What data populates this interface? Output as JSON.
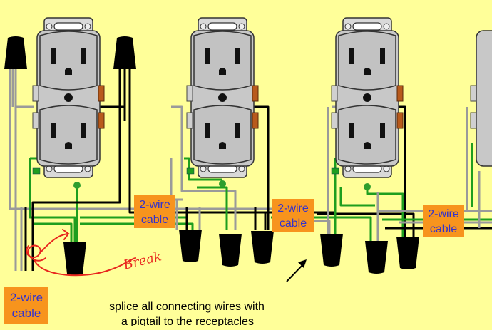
{
  "colors": {
    "background": "#FFFF99",
    "hot_wire": "#000000",
    "neutral_wire": "#999999",
    "ground_wire": "#1E9E1E",
    "ground_dot": "#2E9E2E",
    "receptacle_body": "#C8C8C8",
    "terminal_brass": "#B85A1C",
    "label_box": "#F7941D",
    "label_text": "#3333CC",
    "handwriting": "#E8261E"
  },
  "labels": {
    "cable_left_line1": "2-wire",
    "cable_left_line2": "cable",
    "cable_mid1_line1": "2-wire",
    "cable_mid1_line2": "cable",
    "cable_mid2_line1": "2-wire",
    "cable_mid2_line2": "cable",
    "cable_right_line1": "2-wire",
    "cable_right_line2": "cable",
    "caption_line1": "splice all connecting wires with",
    "caption_line2": "a pigtail to the receptacles"
  },
  "annotation": {
    "handwritten_text": "Break"
  },
  "icons": {
    "wire_nut": "wire-nut-icon",
    "receptacle": "duplex-receptacle-icon",
    "arrow": "pointer-arrow-icon"
  }
}
